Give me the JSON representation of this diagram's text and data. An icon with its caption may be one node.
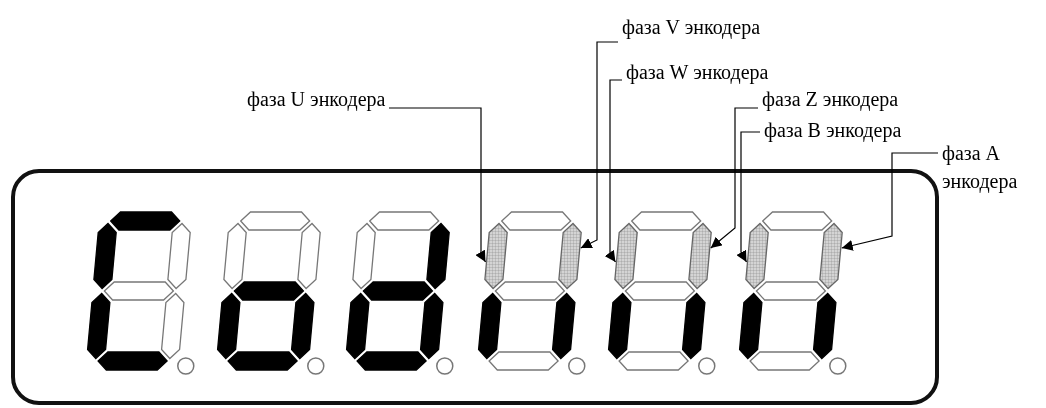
{
  "diagram": {
    "nodes": [
      {
        "text": [
          "фаза V энкодера"
        ]
      },
      {
        "text": [
          "фаза W энкодера"
        ]
      },
      {
        "text": [
          "фаза U энкодера"
        ]
      },
      {
        "text": [
          "фаза Z энкодера"
        ]
      },
      {
        "text": [
          "фаза B энкодера"
        ]
      },
      {
        "text": [
          "фаза A энкодера"
        ]
      },
      {
        "text": [],
        "shape": "bar"
      },
      {
        "text": [],
        "shape": "bar"
      },
      {
        "text": [],
        "shape": "bar"
      },
      {
        "text": [],
        "shape": "bar"
      },
      {
        "text": [],
        "shape": "bar"
      },
      {
        "text": [],
        "shape": "bar"
      }
    ],
    "edges": [
      {
        "from": 2,
        "to": 6,
        "arrow": "to"
      },
      {
        "from": 0,
        "to": 7,
        "arrow": "to"
      },
      {
        "from": 1,
        "to": 8,
        "arrow": "to"
      },
      {
        "from": 3,
        "to": 9,
        "arrow": "to"
      },
      {
        "from": 4,
        "to": 10,
        "arrow": "to"
      },
      {
        "from": 5,
        "to": 11,
        "arrow": "to"
      }
    ]
  }
}
